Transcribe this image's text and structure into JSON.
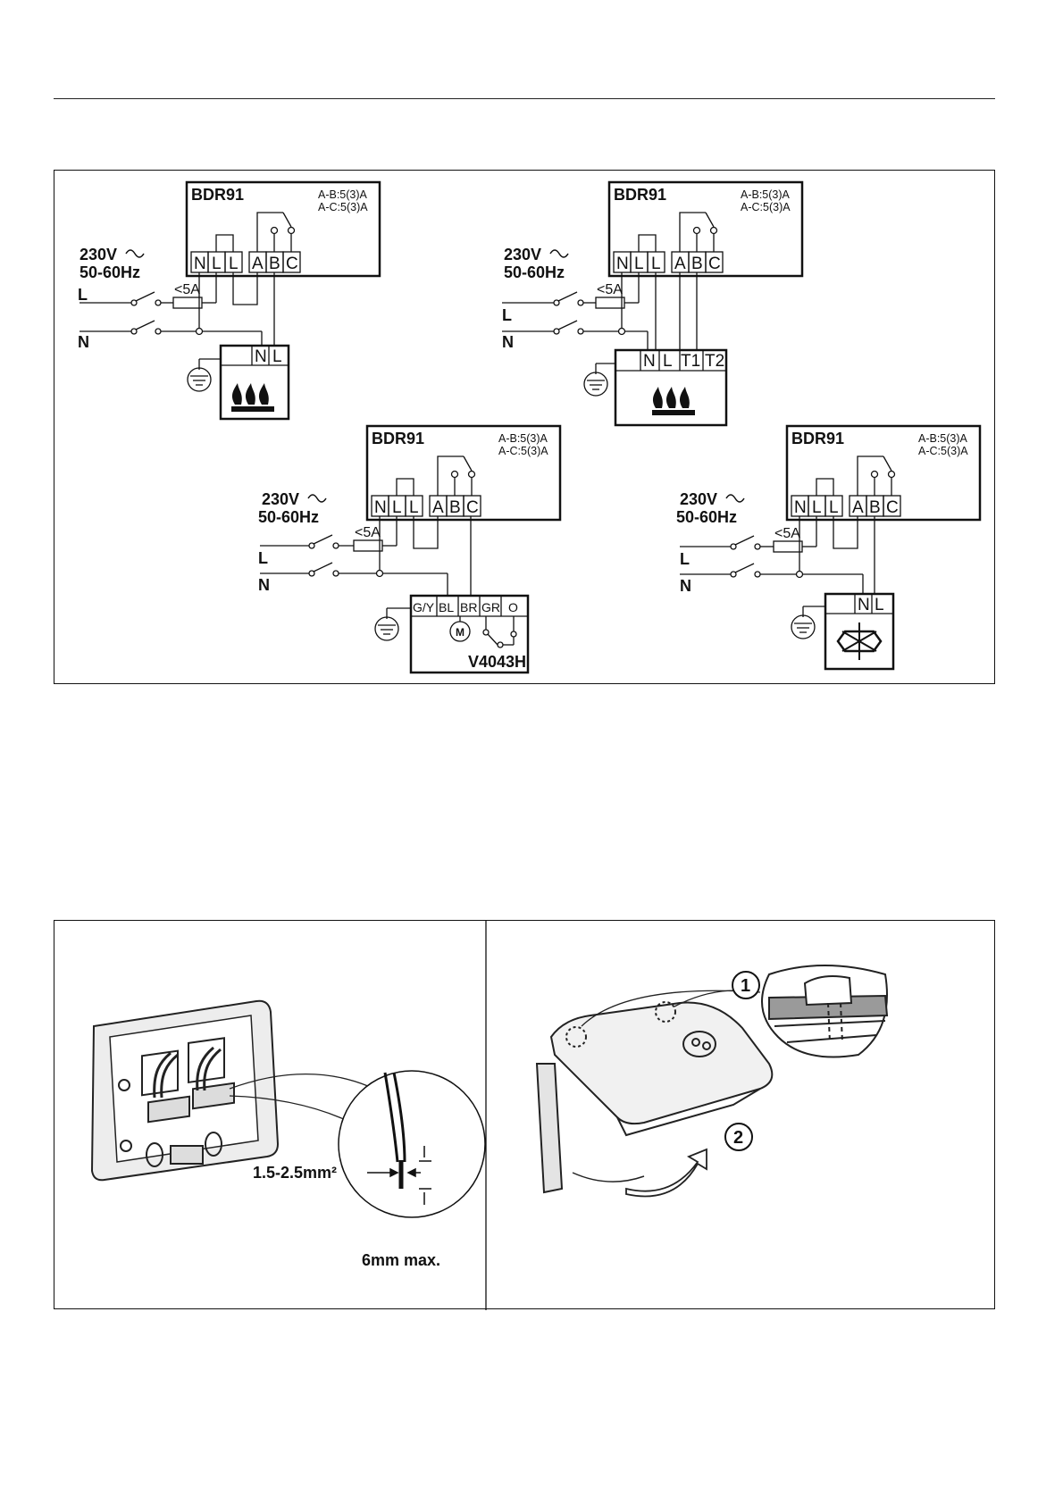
{
  "relay": {
    "model": "BDR91",
    "rating_ab": "A-B:5(3)A",
    "rating_ac": "A-C:5(3)A",
    "terminals": [
      "N",
      "L",
      "L",
      "A",
      "B",
      "C"
    ]
  },
  "supply": {
    "voltage": "230V",
    "frequency": "50-60Hz",
    "fuse": "<5A",
    "line": "L",
    "neutral": "N"
  },
  "diagrams": [
    {
      "id": "boiler-2wire",
      "load_terminals": [
        "N",
        "L"
      ]
    },
    {
      "id": "boiler-4wire",
      "load_terminals": [
        "N",
        "L",
        "T1",
        "T2"
      ]
    },
    {
      "id": "zone-valve",
      "load_terminals": [
        "G/Y",
        "BL",
        "BR",
        "GR",
        "O"
      ],
      "valve_model": "V4043H",
      "motor": "M"
    },
    {
      "id": "chiller",
      "load_terminals": [
        "N",
        "L"
      ]
    }
  ],
  "wiring": {
    "wire_gauge": "1.5-2.5mm²",
    "strip_length": "6mm max.",
    "step1": "1",
    "step2": "2"
  }
}
